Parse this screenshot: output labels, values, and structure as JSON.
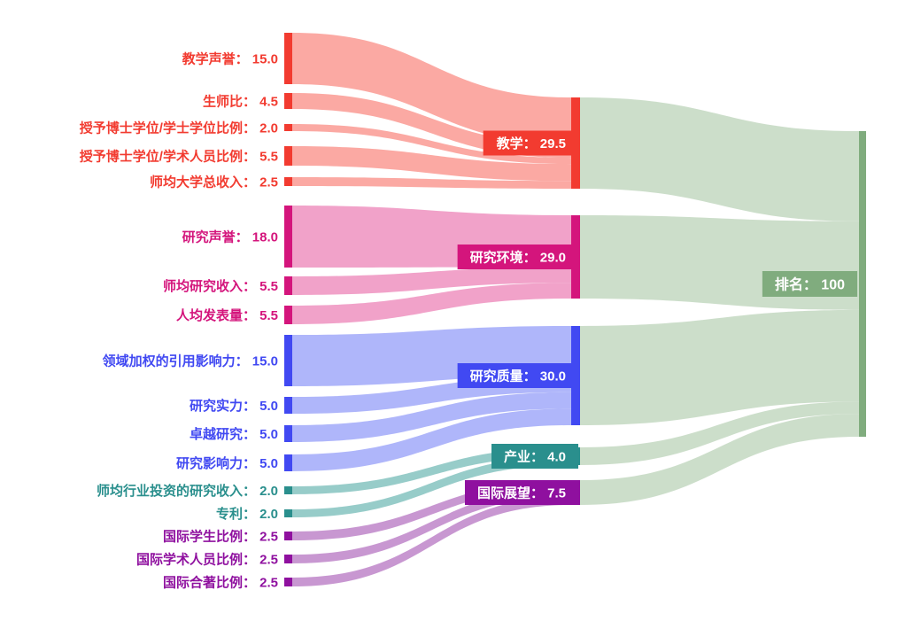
{
  "colors": {
    "teaching": {
      "node": "#F23B30",
      "flow": "#FBA29C"
    },
    "research_environment": {
      "node": "#D4157C",
      "flow": "#F09BC5"
    },
    "research_quality": {
      "node": "#4149F2",
      "flow": "#A9B0FA"
    },
    "industry": {
      "node": "#2A8F8D",
      "flow": "#8FC8C5"
    },
    "international_outlook": {
      "node": "#8F109F",
      "flow": "#C48FCD"
    },
    "ranking": {
      "node": "#80AC7E",
      "flow": "#C8DCC6"
    }
  },
  "chart_data": {
    "type": "sankey",
    "orientation": "left-to-right",
    "label_separator": "：  ",
    "nodes": {
      "sources": [
        {
          "id": "teaching_reputation",
          "label": "教学声誉",
          "value": 15.0,
          "value_display": "15.0",
          "group": "teaching"
        },
        {
          "id": "student_staff_ratio",
          "label": "生师比",
          "value": 4.5,
          "value_display": "4.5",
          "group": "teaching"
        },
        {
          "id": "doctorate_bachelor_ratio",
          "label": "授予博士学位/学士学位比例",
          "value": 2.0,
          "value_display": "2.0",
          "group": "teaching"
        },
        {
          "id": "doctorate_staff_ratio",
          "label": "授予博士学位/学术人员比例",
          "value": 5.5,
          "value_display": "5.5",
          "group": "teaching"
        },
        {
          "id": "institutional_income",
          "label": "师均大学总收入",
          "value": 2.5,
          "value_display": "2.5",
          "group": "teaching"
        },
        {
          "id": "research_reputation",
          "label": "研究声誉",
          "value": 18.0,
          "value_display": "18.0",
          "group": "research_environment"
        },
        {
          "id": "research_income",
          "label": "师均研究收入",
          "value": 5.5,
          "value_display": "5.5",
          "group": "research_environment"
        },
        {
          "id": "research_productivity",
          "label": "人均发表量",
          "value": 5.5,
          "value_display": "5.5",
          "group": "research_environment"
        },
        {
          "id": "citation_impact",
          "label": "领域加权的引用影响力",
          "value": 15.0,
          "value_display": "15.0",
          "group": "research_quality"
        },
        {
          "id": "research_strength",
          "label": "研究实力",
          "value": 5.0,
          "value_display": "5.0",
          "group": "research_quality"
        },
        {
          "id": "research_excellence",
          "label": "卓越研究",
          "value": 5.0,
          "value_display": "5.0",
          "group": "research_quality"
        },
        {
          "id": "research_influence",
          "label": "研究影响力",
          "value": 5.0,
          "value_display": "5.0",
          "group": "research_quality"
        },
        {
          "id": "industry_income",
          "label": "师均行业投资的研究收入",
          "value": 2.0,
          "value_display": "2.0",
          "group": "industry"
        },
        {
          "id": "patents",
          "label": "专利",
          "value": 2.0,
          "value_display": "2.0",
          "group": "industry"
        },
        {
          "id": "international_students",
          "label": "国际学生比例",
          "value": 2.5,
          "value_display": "2.5",
          "group": "international_outlook"
        },
        {
          "id": "international_staff",
          "label": "国际学术人员比例",
          "value": 2.5,
          "value_display": "2.5",
          "group": "international_outlook"
        },
        {
          "id": "international_coauthorship",
          "label": "国际合著比例",
          "value": 2.5,
          "value_display": "2.5",
          "group": "international_outlook"
        }
      ],
      "categories": [
        {
          "id": "teaching",
          "label": "教学",
          "value": 29.5,
          "value_display": "29.5",
          "group": "teaching"
        },
        {
          "id": "research_environment",
          "label": "研究环境",
          "value": 29.0,
          "value_display": "29.0",
          "group": "research_environment"
        },
        {
          "id": "research_quality",
          "label": "研究质量",
          "value": 30.0,
          "value_display": "30.0",
          "group": "research_quality"
        },
        {
          "id": "industry",
          "label": "产业",
          "value": 4.0,
          "value_display": "4.0",
          "group": "industry"
        },
        {
          "id": "international_outlook",
          "label": "国际展望",
          "value": 7.5,
          "value_display": "7.5",
          "group": "international_outlook"
        }
      ],
      "total": {
        "id": "ranking",
        "label": "排名",
        "value": 100,
        "value_display": "100",
        "group": "ranking"
      }
    },
    "links": [
      {
        "source": "teaching_reputation",
        "target": "teaching",
        "value": 15.0
      },
      {
        "source": "student_staff_ratio",
        "target": "teaching",
        "value": 4.5
      },
      {
        "source": "doctorate_bachelor_ratio",
        "target": "teaching",
        "value": 2.0
      },
      {
        "source": "doctorate_staff_ratio",
        "target": "teaching",
        "value": 5.5
      },
      {
        "source": "institutional_income",
        "target": "teaching",
        "value": 2.5
      },
      {
        "source": "research_reputation",
        "target": "research_environment",
        "value": 18.0
      },
      {
        "source": "research_income",
        "target": "research_environment",
        "value": 5.5
      },
      {
        "source": "research_productivity",
        "target": "research_environment",
        "value": 5.5
      },
      {
        "source": "citation_impact",
        "target": "research_quality",
        "value": 15.0
      },
      {
        "source": "research_strength",
        "target": "research_quality",
        "value": 5.0
      },
      {
        "source": "research_excellence",
        "target": "research_quality",
        "value": 5.0
      },
      {
        "source": "research_influence",
        "target": "research_quality",
        "value": 5.0
      },
      {
        "source": "industry_income",
        "target": "industry",
        "value": 2.0
      },
      {
        "source": "patents",
        "target": "industry",
        "value": 2.0
      },
      {
        "source": "international_students",
        "target": "international_outlook",
        "value": 2.5
      },
      {
        "source": "international_staff",
        "target": "international_outlook",
        "value": 2.5
      },
      {
        "source": "international_coauthorship",
        "target": "international_outlook",
        "value": 2.5
      },
      {
        "source": "teaching",
        "target": "ranking",
        "value": 29.5
      },
      {
        "source": "research_environment",
        "target": "ranking",
        "value": 29.0
      },
      {
        "source": "research_quality",
        "target": "ranking",
        "value": 30.0
      },
      {
        "source": "industry",
        "target": "ranking",
        "value": 4.0
      },
      {
        "source": "international_outlook",
        "target": "ranking",
        "value": 7.5
      }
    ]
  }
}
